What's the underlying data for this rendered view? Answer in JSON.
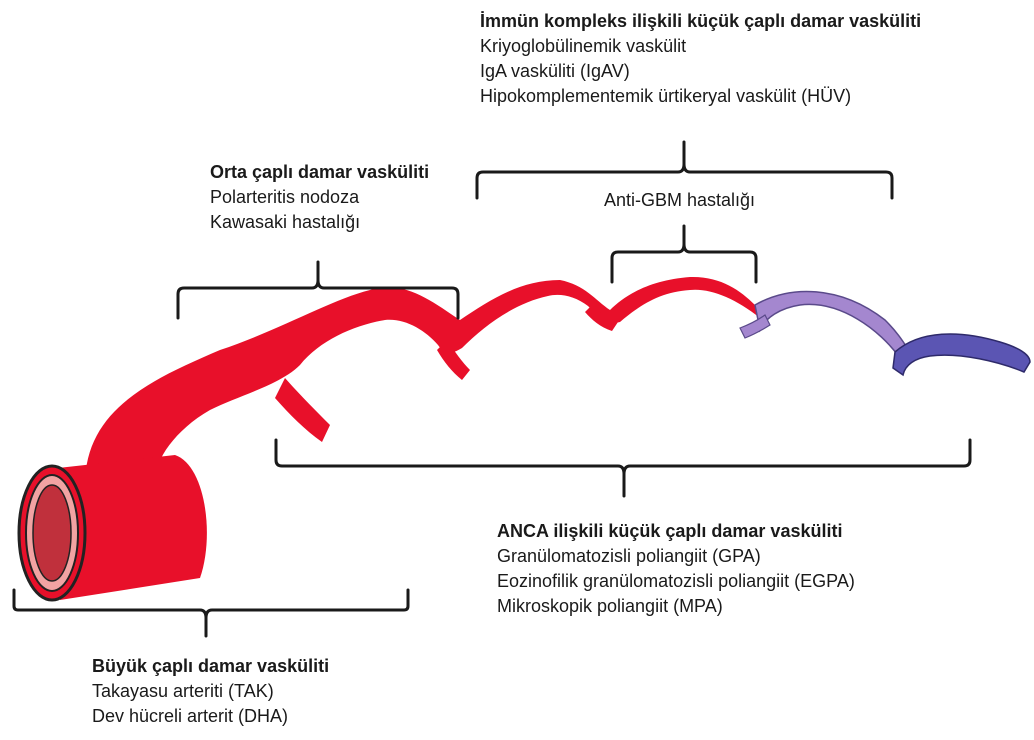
{
  "colors": {
    "vessel_red": "#e8102a",
    "vessel_lumen_outer": "#f2a3a3",
    "vessel_lumen_inner": "#b8222e",
    "vessel_lilac": "#a487cf",
    "vessel_blue": "#5b55b3",
    "bracket": "#1a1a1a"
  },
  "groups": {
    "large": {
      "heading": "Büyük çaplı damar vasküliti",
      "items": [
        "Takayasu arteriti (TAK)",
        "Dev hücreli arterit (DHA)"
      ]
    },
    "medium": {
      "heading": "Orta çaplı damar vasküliti",
      "items": [
        "Polarteritis nodoza",
        "Kawasaki hastalığı"
      ]
    },
    "immune_complex": {
      "heading": "İmmün kompleks ilişkili küçük çaplı damar vasküliti",
      "items": [
        "Kriyoglobülinemik vaskülit",
        "IgA vasküliti (IgAV)",
        "Hipokomplementemik ürtikeryal vaskülit (HÜV)"
      ]
    },
    "anti_gbm": {
      "label": "Anti-GBM hastalığı"
    },
    "anca": {
      "heading": "ANCA ilişkili küçük çaplı damar vasküliti",
      "items": [
        "Granülomatozisli poliangiit (GPA)",
        "Eozinofilik granülomatozisli poliangiit (EGPA)",
        "Mikroskopik poliangiit (MPA)"
      ]
    }
  }
}
